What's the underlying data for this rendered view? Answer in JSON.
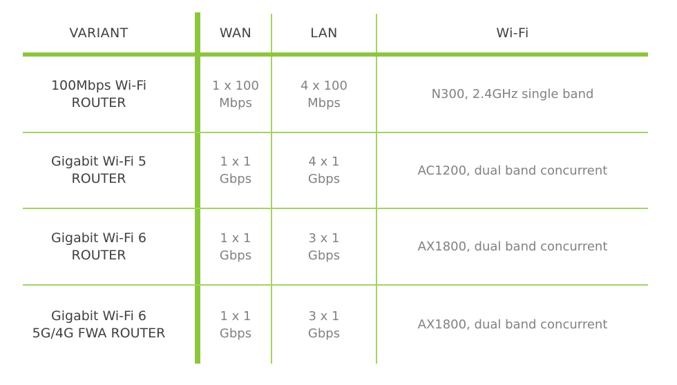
{
  "chart_data": {
    "type": "table",
    "columns": [
      "VARIANT",
      "WAN",
      "LAN",
      "Wi-Fi"
    ],
    "rows": [
      [
        "100Mbps Wi-Fi\nROUTER",
        "1 x 100\nMbps",
        "4 x 100\nMbps",
        "N300, 2.4GHz single band"
      ],
      [
        "Gigabit Wi-Fi 5\nROUTER",
        "1 x 1\nGbps",
        "4 x 1\nGbps",
        "AC1200, dual band concurrent"
      ],
      [
        "Gigabit Wi-Fi 6\nROUTER",
        "1 x 1\nGbps",
        "3 x 1\nGbps",
        "AX1800, dual band concurrent"
      ],
      [
        "Gigabit Wi-Fi 6\n5G/4G FWA ROUTER",
        "1 x 1\nGbps",
        "3 x 1\nGbps",
        "AX1800, dual band concurrent"
      ]
    ]
  },
  "colors": {
    "accent": "#8CC63F",
    "accent-thin": "#A2D264",
    "header-text": "#404042",
    "cell-text": "#7F8184",
    "background": "#FFFFFF"
  }
}
